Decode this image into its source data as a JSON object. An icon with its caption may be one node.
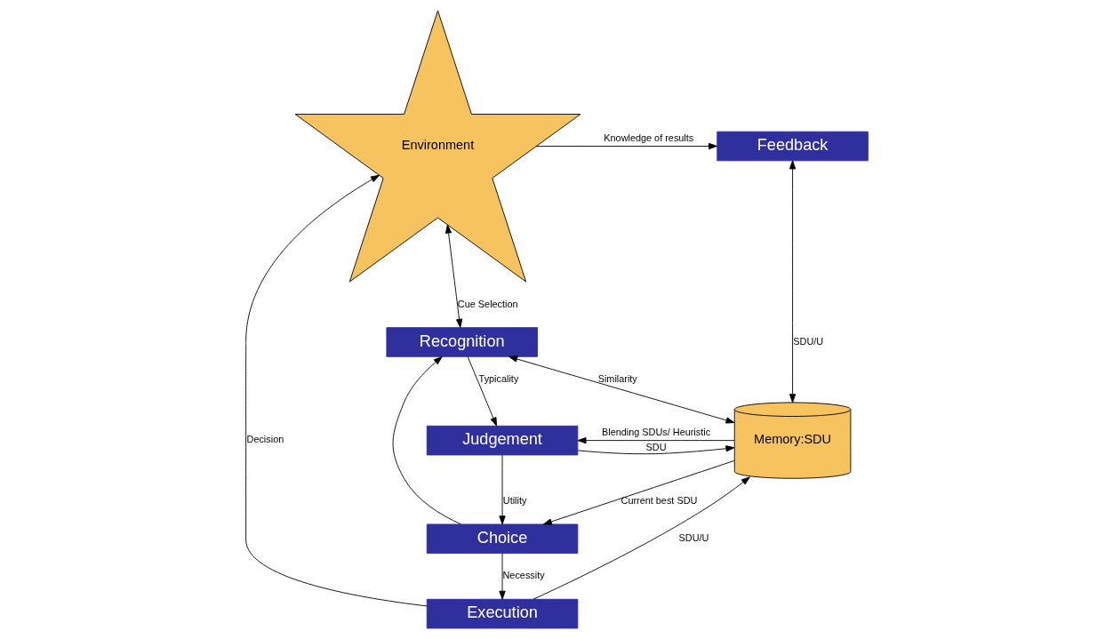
{
  "diagram": {
    "nodes": [
      {
        "text": [
          "Environment"
        ]
      },
      {
        "text": [
          "Feedback"
        ]
      },
      {
        "text": [
          "Recognition"
        ]
      },
      {
        "text": [
          "Judgement"
        ]
      },
      {
        "text": [
          "Memory:SDU"
        ]
      },
      {
        "text": [
          "Choice"
        ]
      },
      {
        "text": [
          "Execution"
        ]
      }
    ],
    "edges": [
      {
        "from": 0,
        "to": 1,
        "arrow": "to",
        "label": "Knowledge of results"
      },
      {
        "from": 0,
        "to": 2,
        "arrow": "both",
        "label": "Cue Selection"
      },
      {
        "from": 2,
        "to": 4,
        "arrow": "both",
        "label": "Similarity"
      },
      {
        "from": 1,
        "to": 4,
        "arrow": "both",
        "label": "SDU/U"
      },
      {
        "from": 2,
        "to": 3,
        "arrow": "to",
        "label": "Typicality"
      },
      {
        "from": 4,
        "to": 3,
        "arrow": "to",
        "label": "Blending SDUs/ Heuristic"
      },
      {
        "from": 3,
        "to": 4,
        "arrow": "to",
        "label": "SDU"
      },
      {
        "from": 3,
        "to": 5,
        "arrow": "to",
        "label": "Utility"
      },
      {
        "from": 4,
        "to": 5,
        "arrow": "to",
        "label": "Current best SDU"
      },
      {
        "from": 5,
        "to": 2,
        "arrow": "to"
      },
      {
        "from": 5,
        "to": 6,
        "arrow": "to",
        "label": "Necessity"
      },
      {
        "from": 6,
        "to": 4,
        "arrow": "to",
        "label": "SDU/U"
      },
      {
        "from": 6,
        "to": 0,
        "arrow": "to",
        "label": "Decision"
      }
    ]
  }
}
